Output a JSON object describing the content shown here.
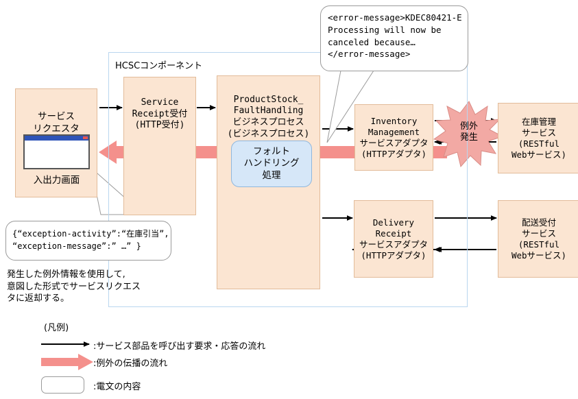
{
  "diagram": {
    "container": {
      "label": "HCSCコンポーネント"
    },
    "nodes": {
      "service_requester": {
        "label": "サービス\nリクエスタ",
        "screen_caption": "入出力画面"
      },
      "service_receipt": {
        "label": "Service\nReceipt受付\n(HTTP受付)"
      },
      "product_stock": {
        "label": "ProductStock_\nFaultHandling\nビジネスプロセス\n(ビジネスプロセス)"
      },
      "fault_handling": {
        "label": "フォルト\nハンドリング\n処理"
      },
      "inventory_adapter": {
        "label": "Inventory\nManagement\nサービスアダプタ\n(HTTPアダプタ)"
      },
      "delivery_adapter": {
        "label": "Delivery\nReceipt\nサービスアダプタ\n(HTTPアダプタ)"
      },
      "inventory_service": {
        "label": "在庫管理\nサービス\n(RESTful\nWebサービス)"
      },
      "delivery_service": {
        "label": "配送受付\nサービス\n(RESTful\nWebサービス)"
      }
    },
    "exception_star": {
      "label": "例外\n発生",
      "color": "#f4a9a4"
    },
    "callouts": {
      "error_message": {
        "lines": [
          "<error-message>KDEC80421-E",
          "Processing will now be",
          "canceled because…",
          "</error-message>"
        ]
      },
      "exception_json": {
        "lines": [
          "{“exception-activity”:“在庫引当”,",
          "“exception-message”:” …” }"
        ]
      }
    },
    "note": "発生した例外情報を使用して,\n意図した形式でサービスリクエス\nタに返却する。",
    "legend": {
      "title": "(凡例)",
      "items": [
        {
          "symbol": "black-arrow",
          "label": ":サービス部品を呼び出す要求・応答の流れ"
        },
        {
          "symbol": "red-arrow",
          "label": ":例外の伝播の流れ"
        },
        {
          "symbol": "white-box",
          "label": ":電文の内容"
        }
      ]
    },
    "colors": {
      "component_fill": "#fbe5d2",
      "component_border": "#e2bb99",
      "container_border": "#b9d6ef",
      "fault_fill": "#d6e7f8",
      "fault_border": "#8fb7dd",
      "exception_red": "#f4908c",
      "arrow_black": "#000000",
      "callout_border": "#9a9a9a"
    }
  }
}
